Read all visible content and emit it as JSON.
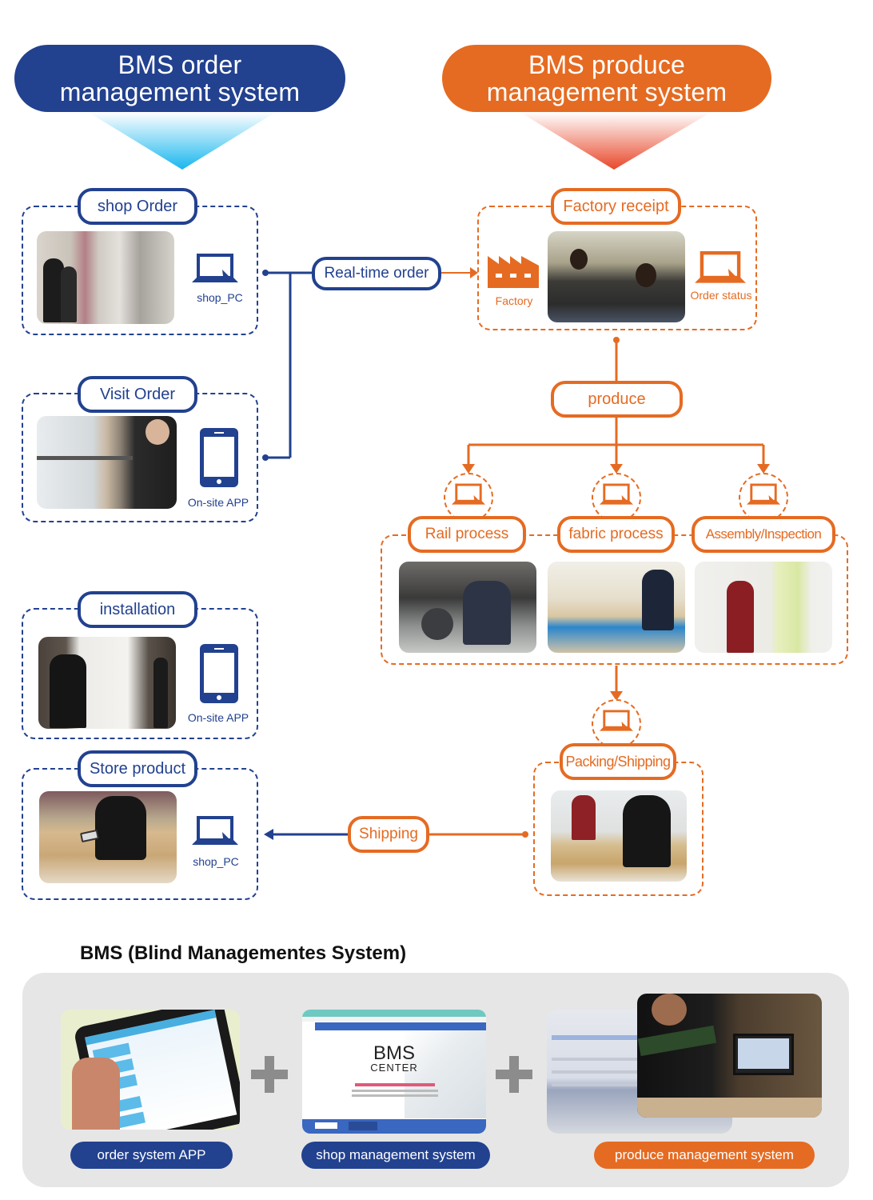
{
  "colors": {
    "order_blue": "#22418f",
    "produce_orange": "#e56b22",
    "panel_gray": "#e6e6e6",
    "plus_gray": "#8c8c8c"
  },
  "headers": {
    "order_system": {
      "line1": "BMS order",
      "line2": "management system"
    },
    "produce_system": {
      "line1": "BMS produce",
      "line2": "management system"
    }
  },
  "order_side": {
    "shop_order": {
      "title": "shop Order",
      "photo": "customers-browsing-blinds-showroom",
      "icon": "laptop-icon",
      "icon_label": "shop_PC"
    },
    "visit_order": {
      "title": "Visit Order",
      "photo": "worker-measuring-window",
      "icon": "smartphone-icon",
      "icon_label": "On-site APP"
    },
    "installation": {
      "title": "installation",
      "photo": "installer-with-tablet-and-blind",
      "icon": "smartphone-icon",
      "icon_label": "On-site APP"
    },
    "store_product": {
      "title": "Store product",
      "photo": "man-checking-boxes-with-tablet",
      "icon": "laptop-icon",
      "icon_label": "shop_PC"
    }
  },
  "connectors": {
    "realtime_order": "Real-time order",
    "shipping": "Shipping"
  },
  "produce_side": {
    "factory_receipt": {
      "title": "Factory receipt",
      "factory_icon_label": "Factory",
      "status_icon_label": "Order status",
      "photo": "office-staff-on-phones"
    },
    "produce": "produce",
    "processes": [
      {
        "title": "Rail process",
        "photo": "worker-cutting-rails"
      },
      {
        "title": "fabric process",
        "photo": "worker-laying-fabric"
      },
      {
        "title": "Assembly/Inspection",
        "photo": "worker-inspecting-blind"
      }
    ],
    "packing": {
      "title": "Packing/Shipping",
      "photo": "workers-packing-box"
    }
  },
  "bottom": {
    "title": "BMS (Blind Managementes System)",
    "items": [
      {
        "label": "order system APP",
        "photo": "tablet-order-app"
      },
      {
        "label": "shop management system",
        "photo": "bms-center-website"
      },
      {
        "label": "produce management system",
        "photo": "factory-worker-at-pc"
      }
    ],
    "site_logo_line1": "BMS",
    "site_logo_line2": "CENTER"
  }
}
